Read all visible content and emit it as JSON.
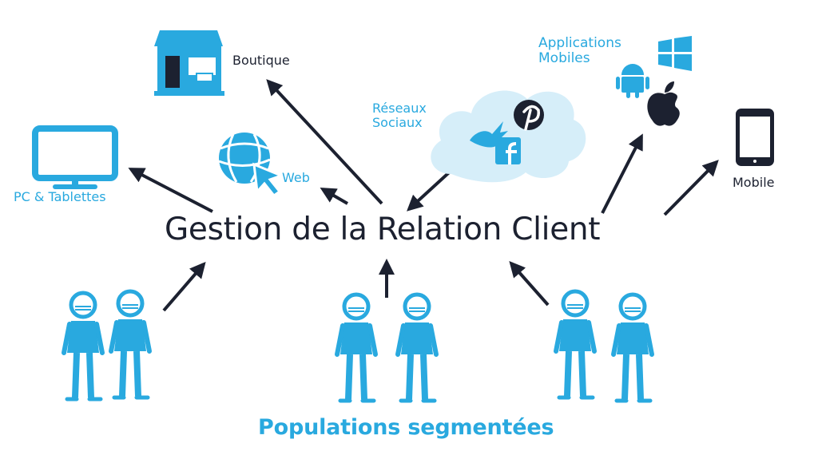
{
  "title": "Gestion de la Relation Client",
  "bottom_label": "Populations segmentées",
  "channels": {
    "boutique": "Boutique",
    "pc_tablettes": "PC & Tablettes",
    "web": "Web",
    "reseaux_sociaux": [
      "Réseaux",
      "Sociaux"
    ],
    "applications_mobiles": [
      "Applications",
      "Mobiles"
    ],
    "mobile": "Mobile"
  },
  "colors": {
    "accent_blue": "#29a9df",
    "dark_text": "#1c2130",
    "cloud": "#d6eef9"
  },
  "icons": [
    "shop-icon",
    "monitor-icon",
    "globe-cursor-icon",
    "twitter-icon",
    "pinterest-icon",
    "facebook-icon",
    "windows-icon",
    "android-icon",
    "apple-icon",
    "smartphone-icon",
    "people-icon"
  ]
}
